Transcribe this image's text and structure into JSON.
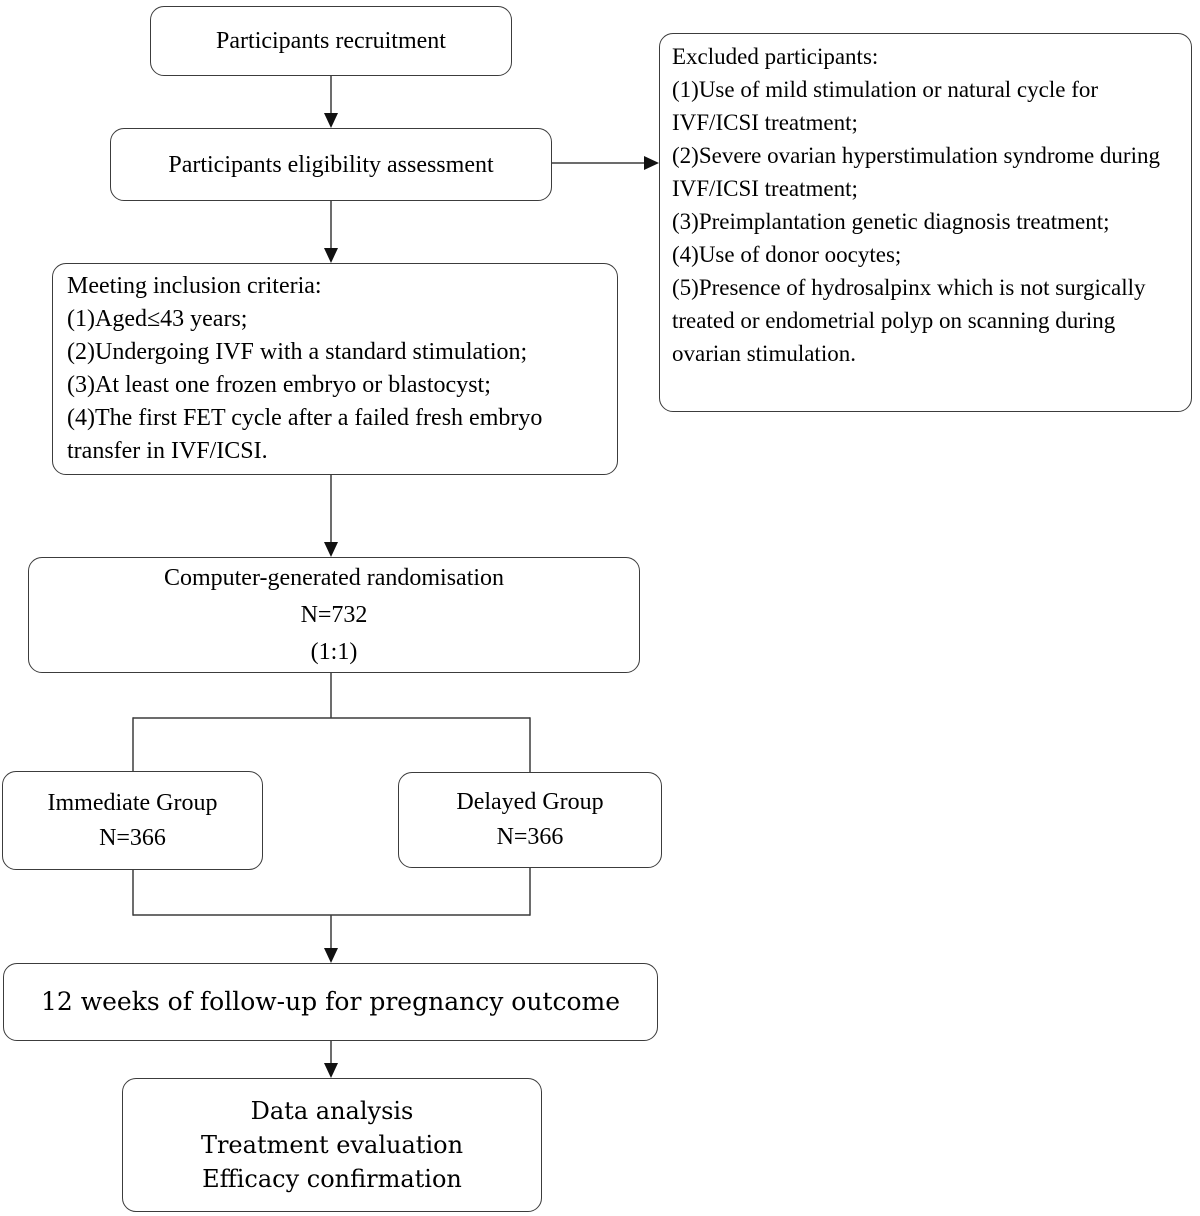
{
  "figure": {
    "type": "flowchart",
    "description": "Participant flow diagram of a randomised trial of frozen embryo transfer timing"
  },
  "colors": {
    "bg": "#ffffff",
    "line": "#3c3c3c",
    "arrow": "#111111",
    "text": "#000000"
  },
  "flow": {
    "recruitment": {
      "label": "Participants recruitment"
    },
    "eligibility": {
      "label": "Participants eligibility assessment"
    },
    "excluded": {
      "title": "Excluded participants:",
      "items": [
        "(1)Use of mild stimulation or natural cycle for IVF/ICSI treatment;",
        "(2)Severe ovarian hyperstimulation syndrome during IVF/ICSI treatment;",
        "(3)Preimplantation genetic diagnosis treatment;",
        "(4)Use of donor oocytes;",
        "(5)Presence of hydrosalpinx which is not surgically treated or endometrial polyp on scanning during ovarian stimulation."
      ]
    },
    "inclusion": {
      "title": "Meeting inclusion criteria:",
      "items": [
        "(1)Aged≤43 years;",
        "(2)Undergoing IVF with a standard stimulation;",
        "(3)At least one frozen embryo or blastocyst;",
        "(4)The first FET cycle after a failed fresh embryo transfer in IVF/ICSI."
      ]
    },
    "randomisation": {
      "lines": [
        "Computer-generated randomisation",
        "N=732",
        "(1:1)"
      ]
    },
    "immediate_group": {
      "lines": [
        "Immediate Group",
        "N=366"
      ]
    },
    "delayed_group": {
      "lines": [
        "Delayed Group",
        "N=366"
      ]
    },
    "follow_up": {
      "label": "12 weeks of follow-up for pregnancy outcome"
    },
    "analysis": {
      "lines": [
        "Data analysis",
        "Treatment evaluation",
        "Efficacy confirmation"
      ]
    }
  }
}
